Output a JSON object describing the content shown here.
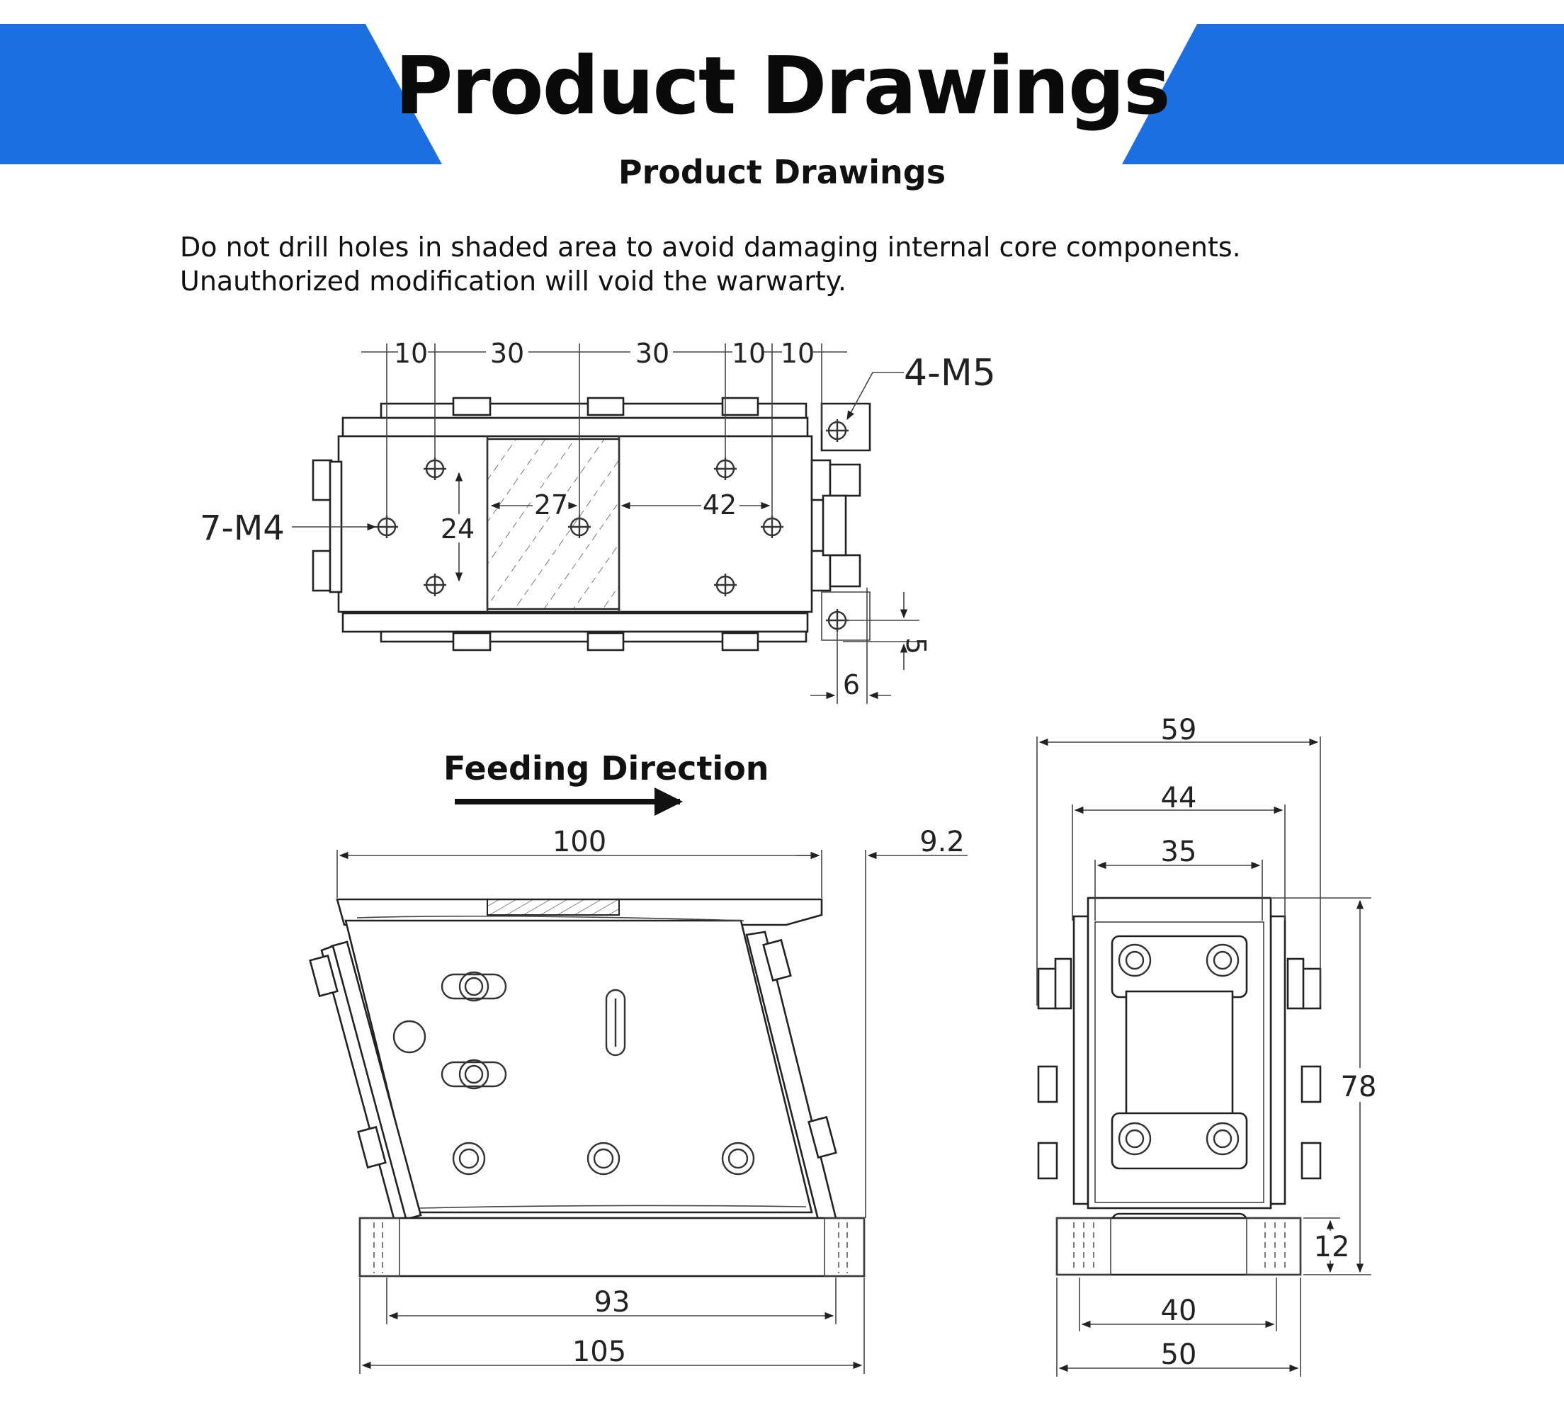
{
  "header": {
    "title": "Product Drawings",
    "subtitle": "Product Drawings",
    "banner_color": "#1b6fe0"
  },
  "notes": [
    "Do not drill holes in shaded area to avoid damaging internal core components.",
    "Unauthorized modification will void the warwarty."
  ],
  "top_view": {
    "top_dims": [
      "10",
      "30",
      "30",
      "10",
      "10"
    ],
    "hole_label_right": "4-M5",
    "hole_label_left": "7-M4",
    "dim_24": "24",
    "dim_27": "27",
    "dim_42": "42",
    "dim_5": "5",
    "dim_6": "6"
  },
  "side_view": {
    "feeding_direction": "Feeding Direction",
    "dim_100": "100",
    "dim_9_2": "9.2",
    "dim_93": "93",
    "dim_105": "105"
  },
  "front_view": {
    "dim_59": "59",
    "dim_44": "44",
    "dim_35": "35",
    "dim_78": "78",
    "dim_12": "12",
    "dim_40": "40",
    "dim_50": "50"
  }
}
